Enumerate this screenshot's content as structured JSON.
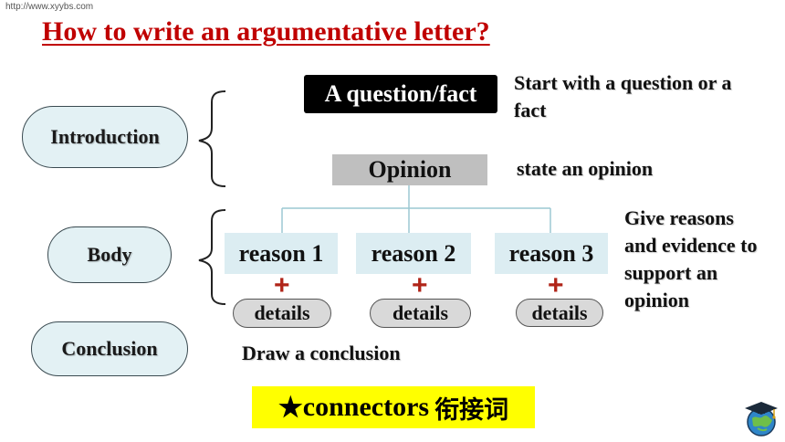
{
  "watermark": "http://www.xyybs.com",
  "title": "How to write an argumentative letter?",
  "sections": {
    "introduction": "Introduction",
    "body": "Body",
    "conclusion": "Conclusion"
  },
  "intro": {
    "question_box": "A question/fact",
    "question_note": "Start with a question or a fact",
    "opinion_box": "Opinion",
    "opinion_note": "state an opinion"
  },
  "body": {
    "reasons": [
      "reason 1",
      "reason 2",
      "reason 3"
    ],
    "plus_symbol": "+",
    "details_label": "details",
    "note": "Give reasons and evidence to support an opinion"
  },
  "conclusion_note": "Draw a conclusion",
  "connectors": {
    "star": "★",
    "label": "connectors",
    "chinese": "衔接词"
  },
  "colors": {
    "title": "#c00000",
    "pill_bg": "#e3f1f4",
    "reason_bg": "#dcedf2",
    "details_bg": "#d9d9d9",
    "plus": "#b02418",
    "highlight": "#ffff00"
  }
}
